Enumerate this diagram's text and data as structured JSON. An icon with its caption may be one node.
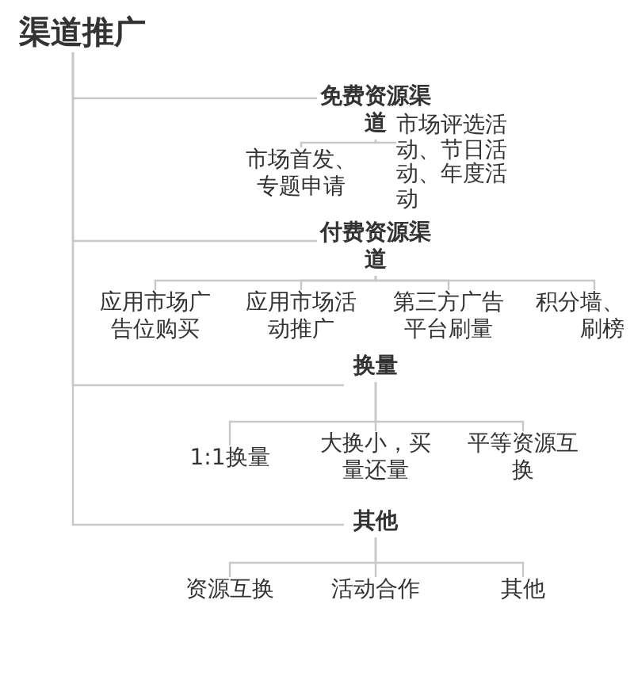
{
  "diagram": {
    "nodes": [
      {
        "text": [
          "渠道推广"
        ]
      },
      {
        "text": [
          "免费资源渠道"
        ]
      },
      {
        "text": [
          "市场首发、专题申请"
        ]
      },
      {
        "text": [
          "市场评选活动、节日活动、年度活动"
        ]
      },
      {
        "text": [
          "付费资源渠道"
        ]
      },
      {
        "text": [
          "应用市场广告位购买"
        ]
      },
      {
        "text": [
          "应用市场活动推广"
        ]
      },
      {
        "text": [
          "第三方广告平台刷量"
        ]
      },
      {
        "text": [
          "积分墙、刷榜"
        ]
      },
      {
        "text": [
          "换量"
        ]
      },
      {
        "text": [
          "1:1换量"
        ]
      },
      {
        "text": [
          "大换小，买量还量"
        ]
      },
      {
        "text": [
          "平等资源互换"
        ]
      },
      {
        "text": [
          "其他"
        ]
      },
      {
        "text": [
          "资源互换"
        ]
      },
      {
        "text": [
          "活动合作"
        ]
      },
      {
        "text": [
          "其他"
        ]
      }
    ],
    "edges": [
      {
        "from": 0,
        "to": 1,
        "arrow": "none"
      },
      {
        "from": 1,
        "to": 2,
        "arrow": "none"
      },
      {
        "from": 1,
        "to": 3,
        "arrow": "none"
      },
      {
        "from": 0,
        "to": 4,
        "arrow": "none"
      },
      {
        "from": 4,
        "to": 5,
        "arrow": "none"
      },
      {
        "from": 4,
        "to": 6,
        "arrow": "none"
      },
      {
        "from": 4,
        "to": 7,
        "arrow": "none"
      },
      {
        "from": 4,
        "to": 8,
        "arrow": "none"
      },
      {
        "from": 0,
        "to": 9,
        "arrow": "none"
      },
      {
        "from": 9,
        "to": 10,
        "arrow": "none"
      },
      {
        "from": 9,
        "to": 11,
        "arrow": "none"
      },
      {
        "from": 9,
        "to": 12,
        "arrow": "none"
      },
      {
        "from": 0,
        "to": 13,
        "arrow": "none"
      },
      {
        "from": 13,
        "to": 14,
        "arrow": "none"
      },
      {
        "from": 13,
        "to": 15,
        "arrow": "none"
      },
      {
        "from": 13,
        "to": 16,
        "arrow": "none"
      }
    ]
  }
}
